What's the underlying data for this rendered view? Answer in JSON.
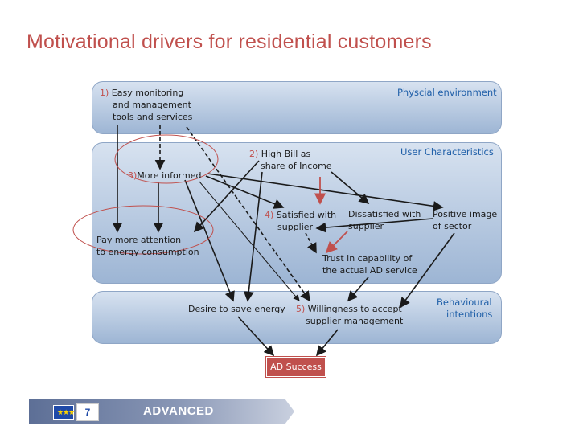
{
  "title": "Motivational drivers for residential customers",
  "bands": {
    "physical": "Physcial environment",
    "user": "User Characteristics",
    "behavioural_line1": "Behavioural",
    "behavioural_line2": "intentions"
  },
  "nodes": {
    "n1": {
      "num": "1)",
      "line1": "Easy monitoring",
      "line2": "and management",
      "line3": "tools and services"
    },
    "n2": {
      "num": "2)",
      "line1": "High Bill as",
      "line2": "share of Income"
    },
    "n3": {
      "num": "3)",
      "line1": "More informed"
    },
    "n4": {
      "num": "4)",
      "line1": "Satisfied with",
      "line2": "supplier"
    },
    "dissatisfied": {
      "line1": "Dissatisfied with",
      "line2": "supplier"
    },
    "positive": {
      "line1": "Positive image",
      "line2": "of sector"
    },
    "pay": {
      "line1": "Pay more attention",
      "line2": "to energy consumption"
    },
    "trust": {
      "line1": "Trust in capability of",
      "line2": "the actual AD service"
    },
    "desire": {
      "line1": "Desire to save energy"
    },
    "n5": {
      "num": "5)",
      "line1": "Willingness to accept",
      "line2": "supplier management"
    },
    "success": "AD Success"
  },
  "footer": {
    "brand": "ADVANCED",
    "eu_icon": "eu-flag-icon",
    "fp7_icon": "fp7-logo-icon"
  },
  "colors": {
    "accent": "#c0504d",
    "band_label": "#1f5fa8",
    "arrow": "#1a1a1a"
  }
}
